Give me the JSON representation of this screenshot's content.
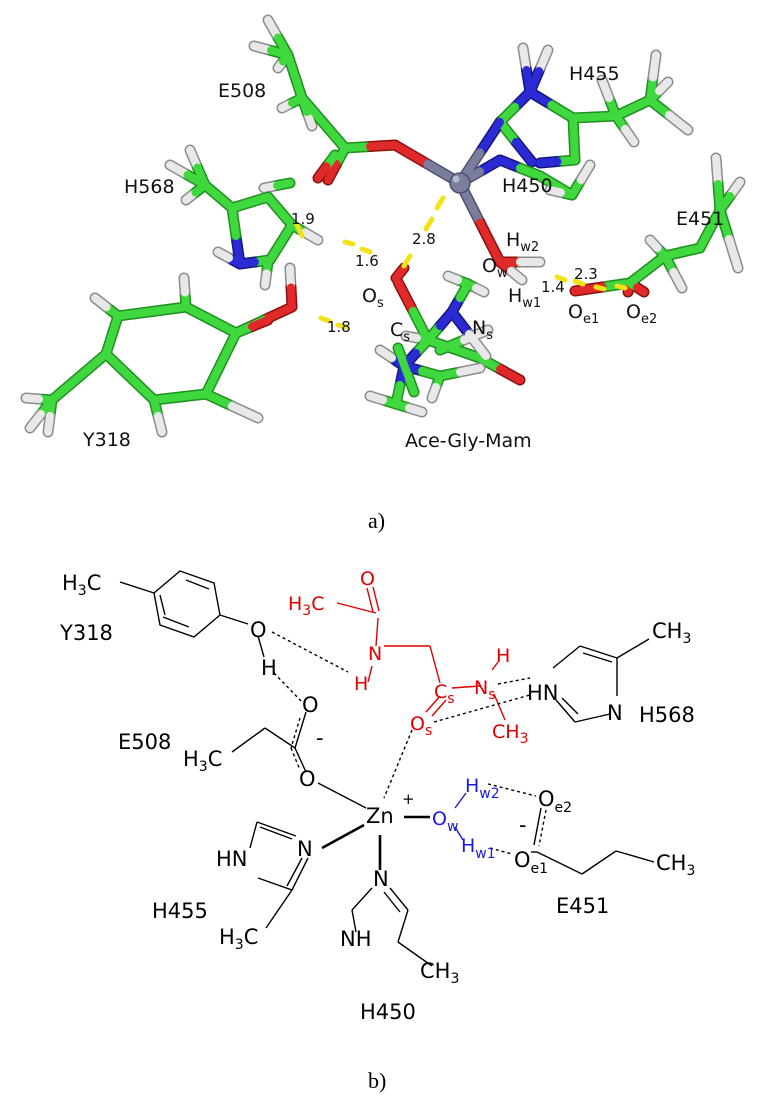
{
  "panel_a": {
    "caption": "a)",
    "residues": {
      "e508": "E508",
      "h455": "H455",
      "h450": "H450",
      "h568": "H568",
      "e451": "E451",
      "y318": "Y318",
      "substrate": "Ace-Gly-Mam"
    },
    "atoms": {
      "os_main": "O",
      "os_sub": "s",
      "cs_main": "C",
      "cs_sub": "s",
      "ns_main": "N",
      "ns_sub": "s",
      "ow_main": "O",
      "ow_sub": "w",
      "hw2_main": "H",
      "hw2_sub": "w2",
      "hw1_main": "H",
      "hw1_sub": "w1",
      "oe1_main": "O",
      "oe1_sub": "e1",
      "oe2_main": "O",
      "oe2_sub": "e2"
    },
    "distances": {
      "d_h568": "1.9",
      "d_zn_os": "2.8",
      "d_os_h568": "1.6",
      "d_y318": "1.8",
      "d_hw1": "1.4",
      "d_hw2": "2.3"
    }
  },
  "panel_b": {
    "caption": "b)",
    "residues": {
      "y318": "Y318",
      "e508": "E508",
      "h568": "H568",
      "h455": "H455",
      "h450": "H450",
      "e451": "E451"
    },
    "atoms": {
      "h3c_y318": "H",
      "h3c_y318_sub": "3",
      "h3c_y318_c": "C",
      "o_y318": "O",
      "h_y318": "H",
      "o_e508_top": "O",
      "o_e508_bot": "O",
      "h3c_e508": "H",
      "h3c_e508_sub": "3",
      "h3c_e508_c": "C",
      "minus_e508": "-",
      "o_acetyl": "O",
      "h3c_acetyl": "H",
      "h3c_acetyl_sub": "3",
      "h3c_acetyl_c": "C",
      "n_gly": "N",
      "h_gly": "H",
      "cs": "C",
      "cs_sub": "s",
      "ns": "N",
      "ns_sub": "s",
      "h_ns": "H",
      "os": "O",
      "os_sub": "s",
      "ch3_ns": "CH",
      "ch3_ns_sub": "3",
      "hn_h568": "HN",
      "n_h568": "N",
      "ch3_h568": "CH",
      "ch3_h568_sub": "3",
      "zn": "Zn",
      "zn_plus": "+",
      "ow": "O",
      "ow_sub": "w",
      "hw2": "H",
      "hw2_sub": "w2",
      "hw1": "H",
      "hw1_sub": "w1",
      "oe2": "O",
      "oe2_sub": "e2",
      "oe1": "O",
      "oe1_sub": "e1",
      "minus_e451": "-",
      "ch3_e451": "CH",
      "ch3_e451_sub": "3",
      "hn_h455": "HN",
      "n_h455": "N",
      "h3c_h455": "H",
      "h3c_h455_sub": "3",
      "h3c_h455_c": "C",
      "n_h450": "N",
      "nh_h450": "NH",
      "ch3_h450": "CH",
      "ch3_h450_sub": "3"
    }
  },
  "colors": {
    "carbon": "#3fd93f",
    "nitrogen": "#2b2bd6",
    "oxygen": "#e02a2a",
    "hydrogen": "#e8e8e8",
    "zinc": "#7a7d9c",
    "hbond": "#f2e21a",
    "substrate_text": "#e00000",
    "water_text": "#1a1ae0"
  }
}
